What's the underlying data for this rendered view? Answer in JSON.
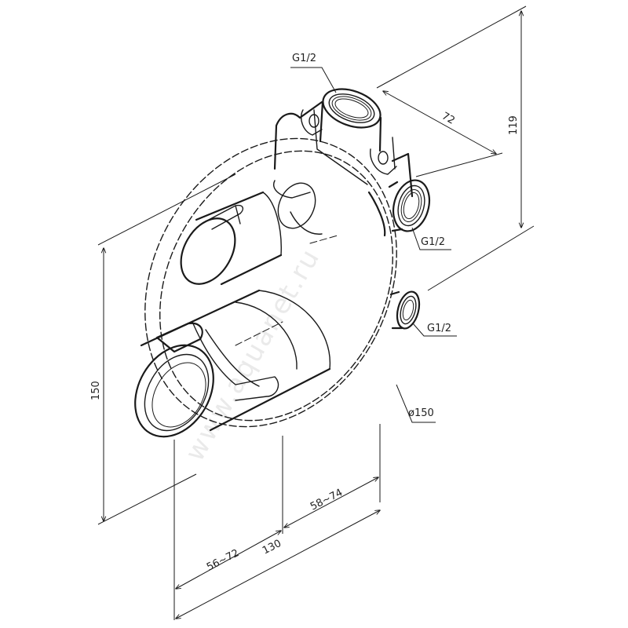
{
  "watermark": "www.aquanet.ru",
  "dimensions": {
    "inlet_top": "G1/2",
    "outlet_upper": "G1/2",
    "outlet_lower": "G1/2",
    "depth_body": "72",
    "height_body": "119",
    "height_total": "150",
    "flange_diameter": "ø150",
    "adjust_front": "56~72",
    "adjust_rear": "58~74",
    "width_total": "130"
  },
  "colors": {
    "line": "#1a1a1a",
    "background": "#ffffff",
    "watermark": "#d9d9d9"
  }
}
